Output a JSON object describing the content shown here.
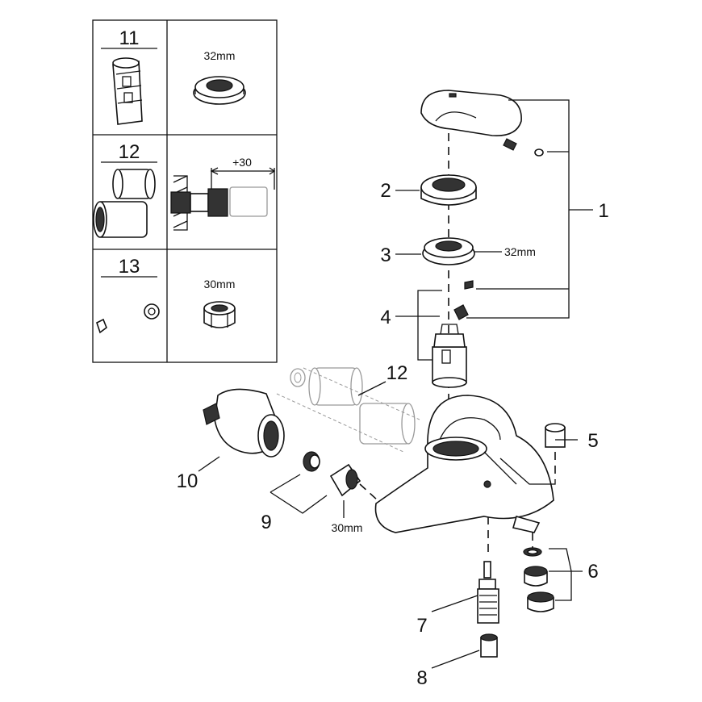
{
  "table": {
    "rows": [
      {
        "number": "11",
        "spec": "32mm"
      },
      {
        "number": "12",
        "spec": "+30"
      },
      {
        "number": "13",
        "spec": "30mm"
      }
    ]
  },
  "callouts": {
    "c1": "1",
    "c2": "2",
    "c3": "3",
    "c3_size": "32mm",
    "c4": "4",
    "c5": "5",
    "c6": "6",
    "c7": "7",
    "c8": "8",
    "c9": "9",
    "c9_size": "30mm",
    "c10": "10",
    "c12": "12"
  }
}
